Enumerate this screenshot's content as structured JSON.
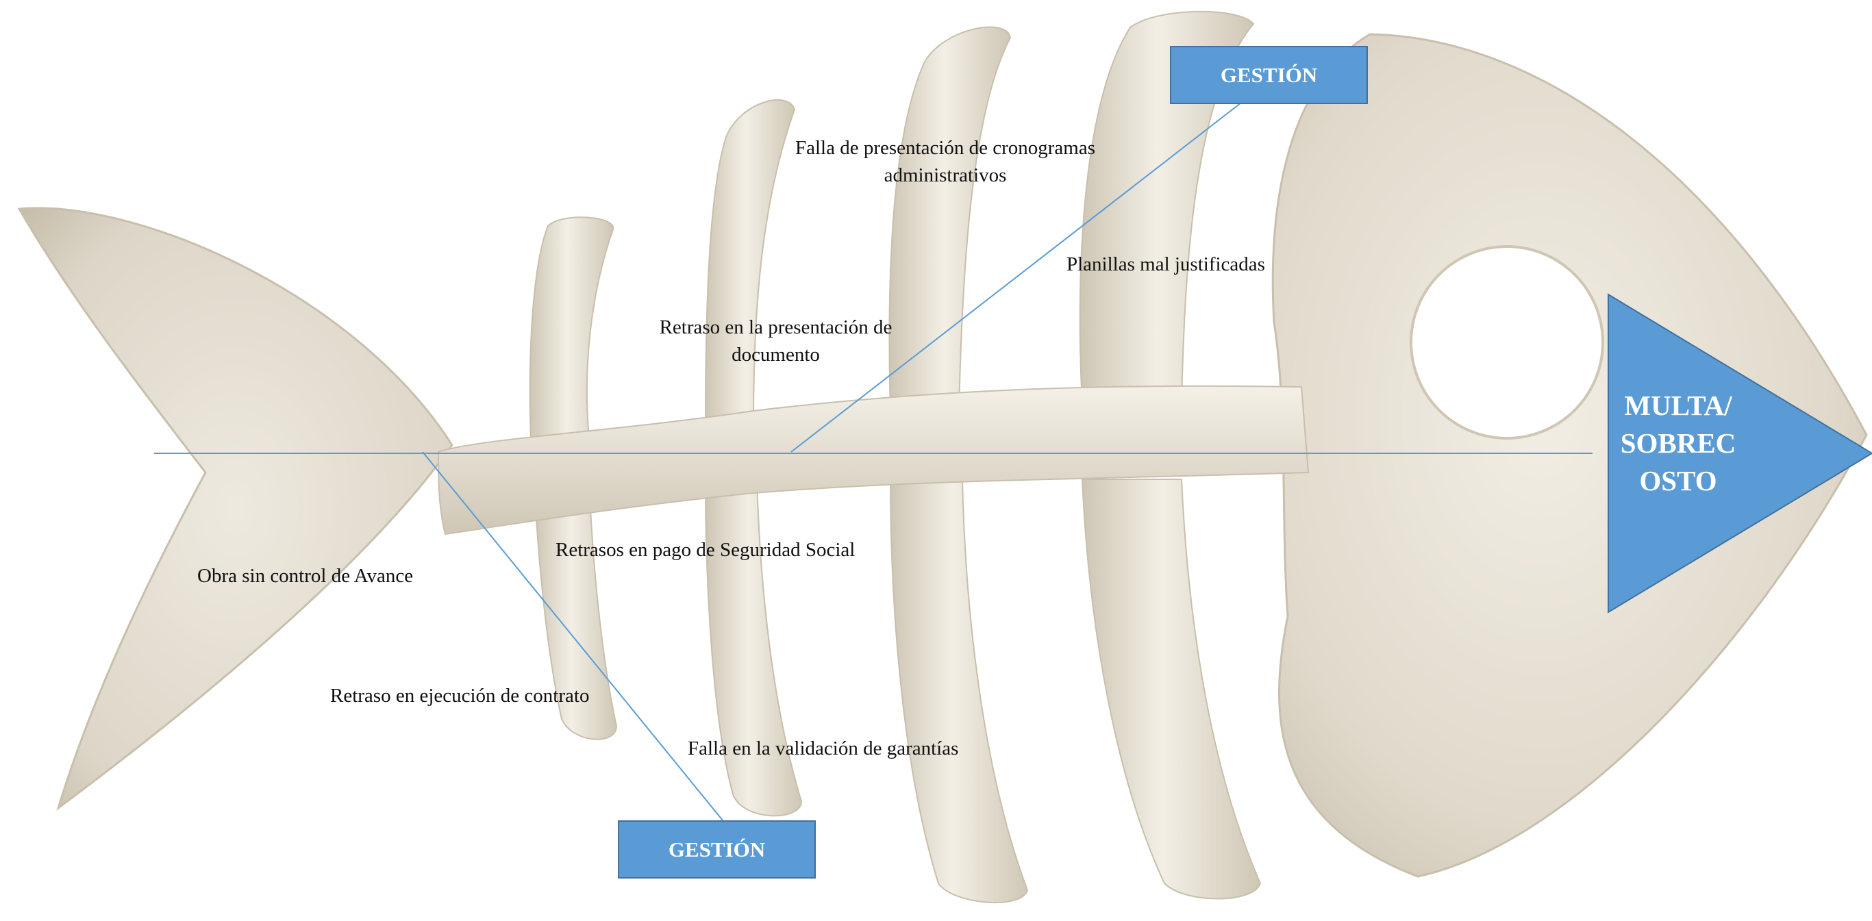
{
  "colors": {
    "bone": "#ddd6c8",
    "bone_light": "#f3efe6",
    "bone_shadow": "#bdb4a2",
    "accent": "#5b9bd5",
    "accent_border": "#41719c",
    "line": "#5b9bd5"
  },
  "effect": {
    "line1": "MULTA/",
    "line2": "SOBREC",
    "line3": "OSTO"
  },
  "categories": {
    "top": "GESTIÓN",
    "bottom": "GESTIÓN"
  },
  "causes": {
    "cronogramas_1": "Falla de presentación de cronogramas",
    "cronogramas_2": "administrativos",
    "planillas": "Planillas mal justificadas",
    "retraso_doc_1": "Retraso en la presentación de",
    "retraso_doc_2": "documento",
    "seguridad_social": "Retrasos en pago de Seguridad Social",
    "obra_avance": "Obra sin control de Avance",
    "ejecucion_contrato": "Retraso en ejecución de contrato",
    "garantias": "Falla en la validación de garantías"
  }
}
